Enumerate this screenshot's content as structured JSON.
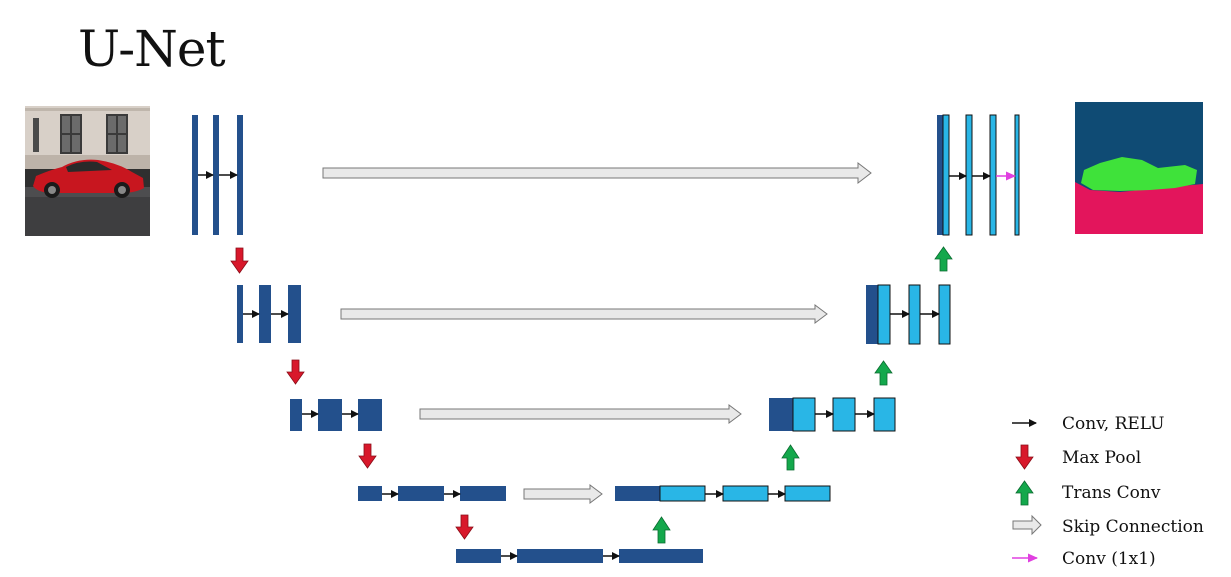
{
  "title": "U-Net",
  "colors": {
    "encoder_block": "#23508c",
    "decoder_block": "#29b6e6",
    "conv_arrow": "#111111",
    "max_pool_arrow": "#d8182b",
    "trans_conv_arrow": "#14a84c",
    "skip_arrow_fill": "#e9e9e9",
    "skip_arrow_stroke": "#777777",
    "conv1x1_arrow": "#e040e0",
    "seg_background": "#0f4b74",
    "seg_car": "#3fe23a",
    "seg_road": "#e3155c"
  },
  "icons": {
    "input_image": "car-photo-icon",
    "output_image": "segmentation-mask-icon"
  },
  "legend": [
    {
      "key": "conv",
      "label": "Conv, RELU",
      "icon": "black-arrow-icon"
    },
    {
      "key": "maxpool",
      "label": "Max Pool",
      "icon": "red-down-arrow-icon"
    },
    {
      "key": "transconv",
      "label": "Trans Conv",
      "icon": "green-up-arrow-icon"
    },
    {
      "key": "skip",
      "label": "Skip Connection",
      "icon": "gray-block-arrow-icon"
    },
    {
      "key": "conv1x1",
      "label": "Conv (1x1)",
      "icon": "magenta-arrow-icon"
    }
  ]
}
